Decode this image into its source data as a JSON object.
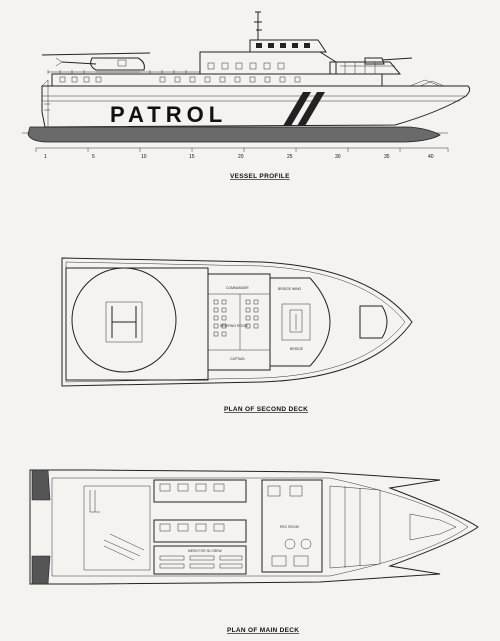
{
  "profile": {
    "hull_text": "PATROL",
    "caption": "VESSEL PROFILE",
    "scale_ticks": [
      "1",
      "5",
      "10",
      "15",
      "20",
      "25",
      "30",
      "35",
      "40"
    ]
  },
  "second_deck": {
    "caption": "PLAN OF SECOND DECK",
    "rooms": {
      "commander": "COMMANDER",
      "briefing": "BRIEFING ROOM",
      "captain": "CAPTAIN",
      "bridge_wing": "BRIDGE WING",
      "bridge": "BRIDGE"
    }
  },
  "main_deck": {
    "caption": "PLAN OF MAIN DECK",
    "rooms": {
      "mess": "MESS FOR 30 CREW",
      "rec_room": "REC ROOM"
    }
  },
  "colors": {
    "ink": "#1e1e1e",
    "paper": "#f4f3f0",
    "hull_shade": "#6a6a6a"
  }
}
